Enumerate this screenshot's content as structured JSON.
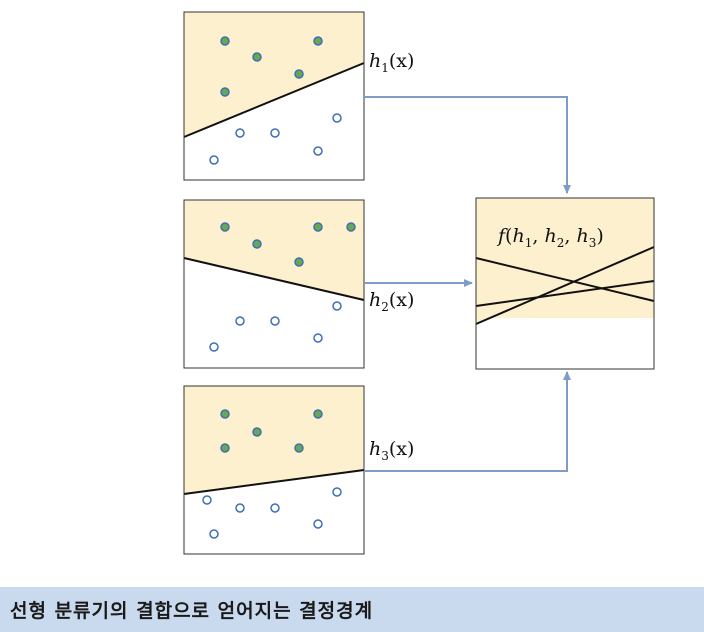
{
  "classifiers": [
    {
      "label_base": "h",
      "label_sub": "1",
      "label_arg": "(x)"
    },
    {
      "label_base": "h",
      "label_sub": "2",
      "label_arg": "(x)"
    },
    {
      "label_base": "h",
      "label_sub": "3",
      "label_arg": "(x)"
    }
  ],
  "combined": {
    "func": "f",
    "args": [
      {
        "base": "h",
        "sub": "1"
      },
      {
        "base": "h",
        "sub": "2"
      },
      {
        "base": "h",
        "sub": "3"
      }
    ]
  },
  "caption": "선형 분류기의 결합으로 얻어지는 결정경계",
  "colors": {
    "region_fill": "#fdf0cf",
    "box_border": "#333333",
    "arrow": "#7f9cc8",
    "filled_point": "#6aa84f",
    "filled_point_outline": "#3d6fb6",
    "hollow_point": "#3d6fb6",
    "caption_bg": "#c9d9ee"
  }
}
